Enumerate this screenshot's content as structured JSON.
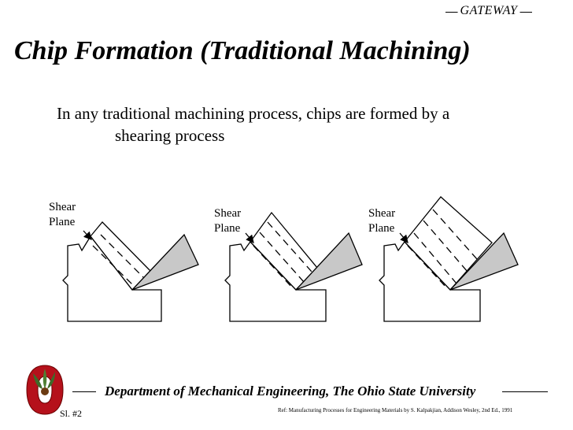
{
  "header": {
    "gateway": "GATEWAY"
  },
  "title": "Chip Formation (Traditional Machining)",
  "bullet": {
    "line1": "In any traditional machining process, chips are formed by a",
    "line2": "shearing process"
  },
  "figures": [
    {
      "label_line1": "Shear",
      "label_line2": "Plane"
    },
    {
      "label_line1": "Shear",
      "label_line2": "Plane"
    },
    {
      "label_line1": "Shear",
      "label_line2": "Plane"
    }
  ],
  "footer": {
    "department": "Department of Mechanical Engineering, The Ohio State University",
    "slide_number": "Sl. #2",
    "reference": "Ref: Manufacturing Processes for Engineering Materials by S. Kalpakjian, Addison Wesley, 2nd Ed., 1991"
  },
  "colors": {
    "tool_fill": "#c8c8c8",
    "logo_red": "#b5111b",
    "logo_green": "#3f6b2a"
  }
}
